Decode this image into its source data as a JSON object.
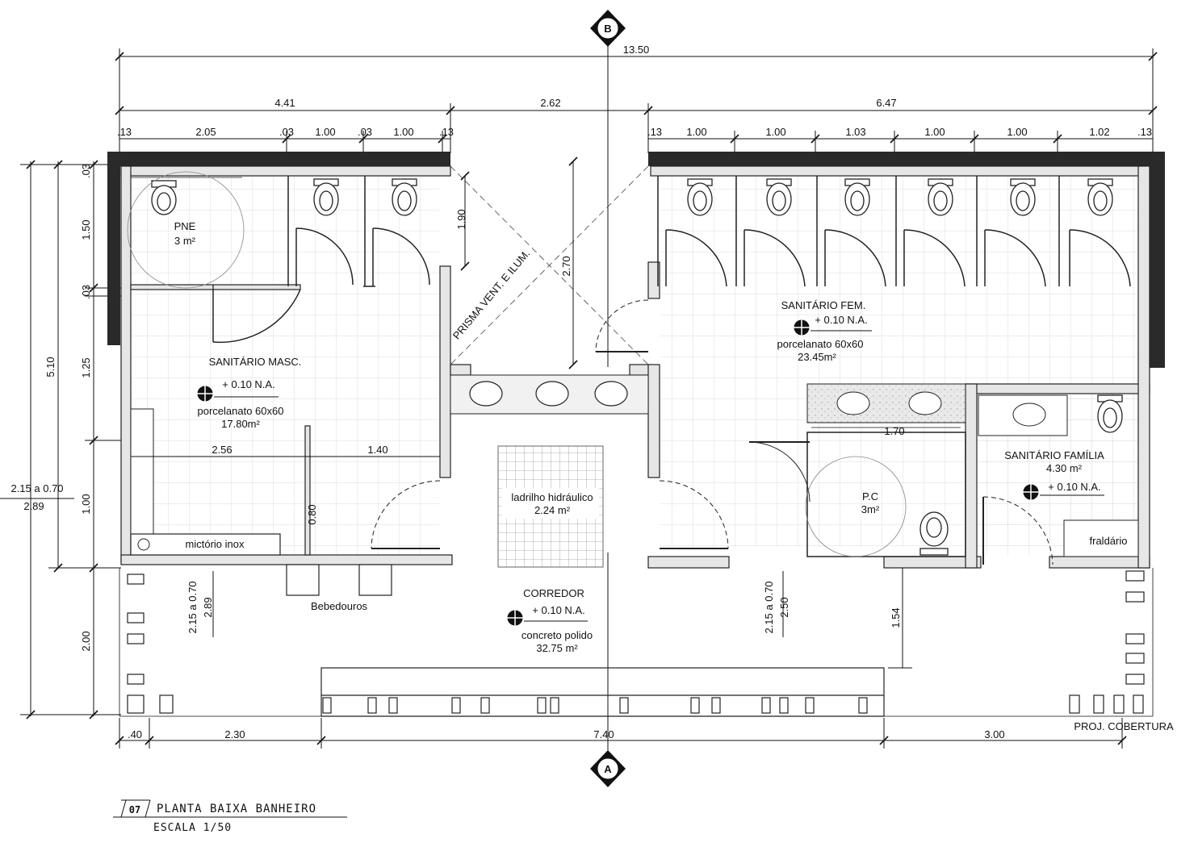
{
  "drawing": {
    "number": "07",
    "title": "PLANTA BAIXA BANHEIRO",
    "scale": "ESCALA 1/50"
  },
  "section_markers": {
    "top": "B",
    "bottom": "A"
  },
  "dimensions": {
    "total_width": "13.50",
    "left_block": "4.41",
    "prism": "2.62",
    "right_block": "6.47",
    "left_parts": [
      "2.05",
      ".03",
      "1.00",
      ".03",
      "1.00"
    ],
    "right_parts": [
      "1.00",
      "1.00",
      "1.03",
      "1.00",
      "1.00",
      "1.02"
    ],
    "edge_small": ".13",
    "side_total": "5.10",
    "side_1_50": "1.50",
    "side_1_25": "1.25",
    "side_1_00": "1.00",
    "side_2_00": "2.00",
    "side_wall": ".03",
    "prism_depth": "1.90",
    "prism_height": "2.70",
    "masc_width_a": "2.56",
    "masc_width_b": "1.40",
    "masc_small": "0.80",
    "sink_counter": "1.70",
    "corridor_depth": "1.54",
    "bottom_parts": [
      ".40",
      "2.30",
      "7.40",
      "3.00"
    ],
    "height_range": "2.15 a 0.70",
    "height_left": "2.89",
    "height_right": "2.50"
  },
  "rooms": {
    "pne": {
      "name": "PNE",
      "area": "3 m²"
    },
    "masc": {
      "name": "SANITÁRIO MASC.",
      "level": "+ 0.10 N.A.",
      "finish": "porcelanato 60x60",
      "area": "17.80m²"
    },
    "fem": {
      "name": "SANITÁRIO FEM.",
      "level": "+ 0.10 N.A.",
      "finish": "porcelanato 60x60",
      "area": "23.45m²"
    },
    "prism": {
      "name": "PRISMA VENT. E ILUM."
    },
    "hall": {
      "finish": "ladrilho hidráulico",
      "area": "2.24 m²"
    },
    "corredor": {
      "name": "CORREDOR",
      "level": "+ 0.10 N.A.",
      "finish": "concreto polido",
      "area": "32.75 m²"
    },
    "pc": {
      "name": "P.C",
      "area": "3m²"
    },
    "familia": {
      "name": "SANITÁRIO FAMÍLIA",
      "area": "4.30 m²",
      "level": "+ 0.10 N.A."
    },
    "fraldario": {
      "name": "fraldário"
    },
    "mictorio": {
      "name": "mictório inox"
    },
    "bebedouros": {
      "name": "Bebedouros"
    }
  },
  "labels": {
    "proj_cobertura": "PROJ. COBERTURA"
  }
}
